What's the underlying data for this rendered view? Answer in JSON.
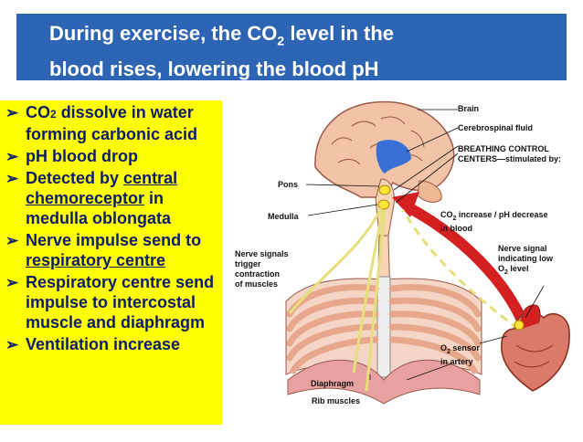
{
  "title": {
    "line1_a": "During exercise, the CO",
    "line1_sub": "2",
    "line1_b": " level in the",
    "line2": "blood rises, lowering the blood pH"
  },
  "bullets": [
    {
      "parts": [
        "CO",
        "2",
        " dissolve in water forming carbonic acid"
      ]
    },
    {
      "text": "pH blood drop"
    },
    {
      "pre": "Detected by ",
      "underlined": "central chemoreceptor",
      "post": " in medulla oblongata"
    },
    {
      "pre": "Nerve impulse send to ",
      "underlined": "respiratory centre"
    },
    {
      "text": "Respiratory centre send impulse to intercostal muscle and diaphragm"
    },
    {
      "text": "Ventilation increase"
    }
  ],
  "bullet_marker": "➢",
  "labels": {
    "brain": "Brain",
    "csf": "Cerebrospinal fluid",
    "breathing_1": "BREATHING CONTROL",
    "breathing_2": "CENTERS—stimulated by:",
    "pons": "Pons",
    "medulla": "Medulla",
    "co2_a": "CO",
    "co2_sub": "2",
    "co2_b": " increase / pH decrease",
    "co2_line2": "in blood",
    "nerve_low_1": "Nerve signal",
    "nerve_low_2": "indicating low",
    "nerve_low_3a": "O",
    "nerve_low_3sub": "2",
    "nerve_low_3b": " level",
    "nerve_trig_1": "Nerve signals",
    "nerve_trig_2": "trigger",
    "nerve_trig_3": "contraction",
    "nerve_trig_4": "of muscles",
    "o2_a": "O",
    "o2_sub": "2",
    "o2_b": " sensor",
    "o2_line2": "in artery",
    "diaphragm": "Diaphragm",
    "rib": "Rib muscles"
  },
  "colors": {
    "title_bg": "#2d64b4",
    "bullet_bg": "#ffff00",
    "bullet_text": "#0c1d6b",
    "nerve": "#e6e07a",
    "artery": "#d42020",
    "brain": "#f3c3a8",
    "ribs": "#e7a78c"
  }
}
